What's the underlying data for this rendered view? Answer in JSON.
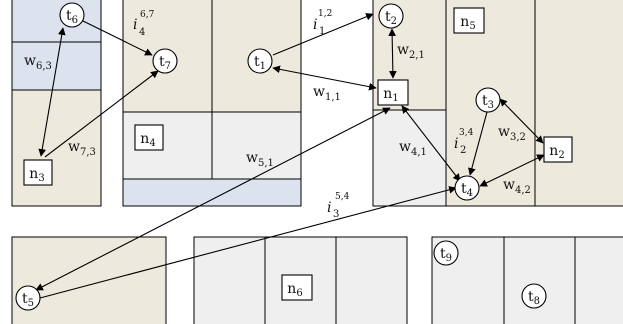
{
  "nodes": {
    "t1": {
      "base": "t",
      "sub": "1"
    },
    "t2": {
      "base": "t",
      "sub": "2"
    },
    "t3": {
      "base": "t",
      "sub": "3"
    },
    "t4": {
      "base": "t",
      "sub": "4"
    },
    "t5": {
      "base": "t",
      "sub": "5"
    },
    "t6": {
      "base": "t",
      "sub": "6"
    },
    "t7": {
      "base": "t",
      "sub": "7"
    },
    "t8": {
      "base": "t",
      "sub": "8"
    },
    "t9": {
      "base": "t",
      "sub": "9"
    },
    "n1": {
      "base": "n",
      "sub": "1"
    },
    "n2": {
      "base": "n",
      "sub": "2"
    },
    "n3": {
      "base": "n",
      "sub": "3"
    },
    "n4": {
      "base": "n",
      "sub": "4"
    },
    "n5": {
      "base": "n",
      "sub": "5"
    },
    "n6": {
      "base": "n",
      "sub": "6"
    }
  },
  "edge_labels": {
    "w11": {
      "base": "w",
      "sub": "1,1"
    },
    "w21": {
      "base": "w",
      "sub": "2,1"
    },
    "w32": {
      "base": "w",
      "sub": "3,2"
    },
    "w41": {
      "base": "w",
      "sub": "4,1"
    },
    "w42": {
      "base": "w",
      "sub": "4,2"
    },
    "w51": {
      "base": "w",
      "sub": "5,1"
    },
    "w63": {
      "base": "w",
      "sub": "6,3"
    },
    "w73": {
      "base": "w",
      "sub": "7,3"
    },
    "i12": {
      "base": "i",
      "sub": "1",
      "sup": "1,2"
    },
    "i23": {
      "base": "i",
      "sub": "2",
      "sup": "3,4"
    },
    "i35": {
      "base": "i",
      "sub": "3",
      "sup": "5,4"
    },
    "i47": {
      "base": "i",
      "sub": "4",
      "sup": "6,7"
    }
  },
  "colors": {
    "beige": "#ede9dd",
    "gray": "#efefef",
    "blue": "#dce3ee",
    "line": "#000000"
  }
}
